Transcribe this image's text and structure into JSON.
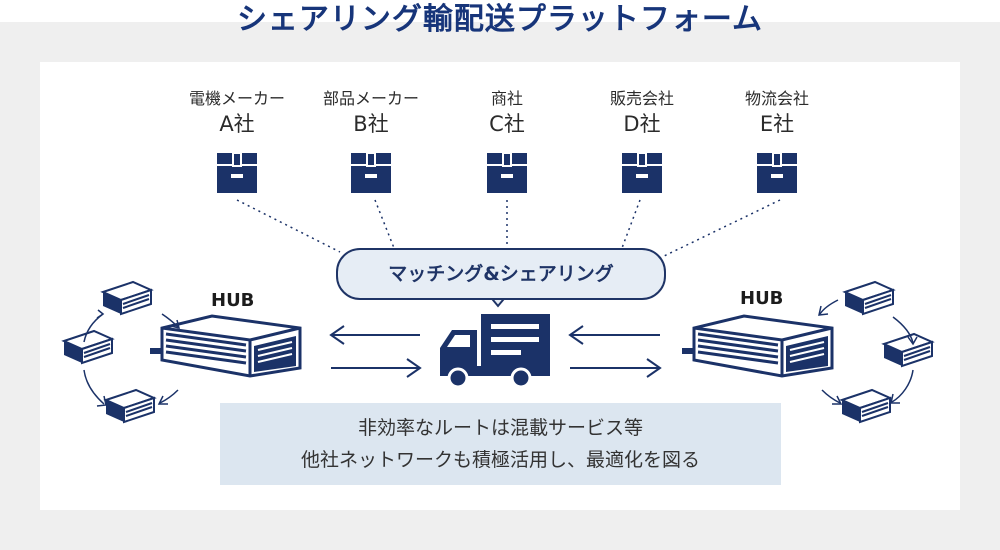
{
  "title": "シェアリング輸配送プラットフォーム",
  "companies": [
    {
      "kind": "電機メーカー",
      "name": "A社"
    },
    {
      "kind": "部品メーカー",
      "name": "B社"
    },
    {
      "kind": "商社",
      "name": "C社"
    },
    {
      "kind": "販売会社",
      "name": "D社"
    },
    {
      "kind": "物流会社",
      "name": "E社"
    }
  ],
  "matching_label": "マッチング&シェアリング",
  "hub_left": "HUB",
  "hub_right": "HUB",
  "note_lines": [
    "非効率なルートは混載サービス等",
    "他社ネットワークも積極活用し、最適化を図る"
  ],
  "colors": {
    "navy": "#1b3268",
    "title": "#17357a",
    "bubble": "#e6edf5",
    "note_bg": "#dce6f0"
  },
  "icons": [
    "box-icon",
    "warehouse-icon",
    "truck-icon",
    "store-icon",
    "arrow-icon"
  ]
}
